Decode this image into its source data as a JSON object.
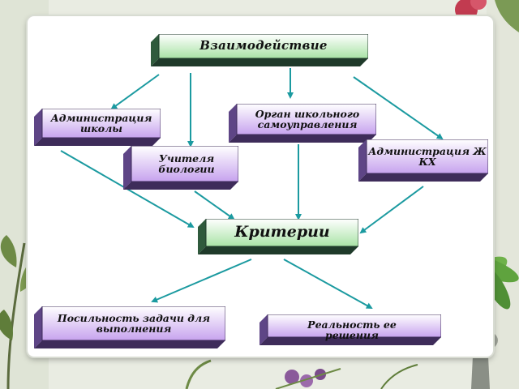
{
  "diagram": {
    "title": "Взаимодействие",
    "nodes": {
      "school_admin": "Администрация школы",
      "self_government": "Орган школьного самоуправления",
      "biology_teachers": "Учителя биологии",
      "housing_admin": "Администрация ЖКХ",
      "criteria": "Критерии",
      "feasibility": "Посильность задачи для выполнения",
      "reality": "Реальность ее решения"
    }
  },
  "colors": {
    "box_face_top": "#ffffff",
    "box_face_bottom": "#c7a3ee",
    "box_side": "#3e2c5a",
    "green_box_face_top": "#ffffff",
    "green_box_face_bottom": "#a9e3a6",
    "green_box_side": "#1f3a2a",
    "arrow": "#1b9aa0"
  }
}
